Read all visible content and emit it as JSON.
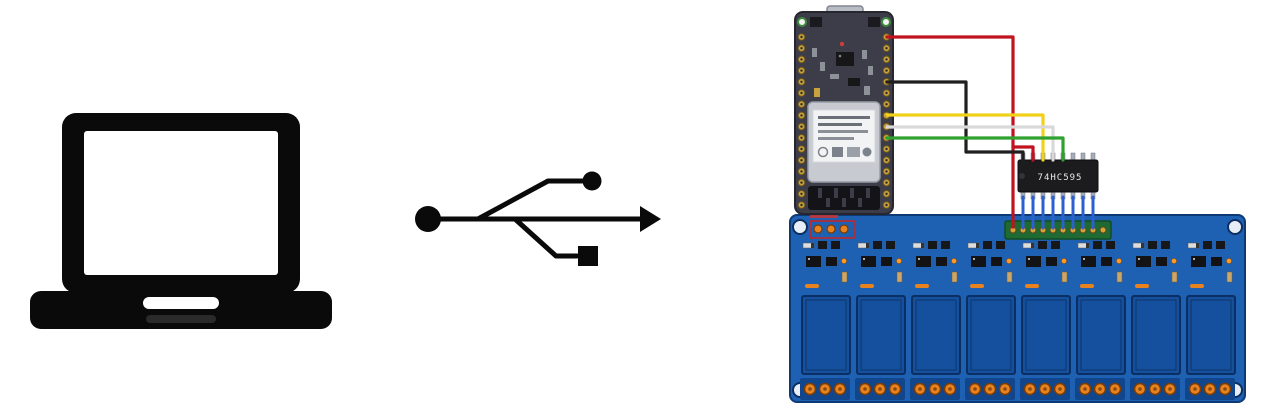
{
  "page": {
    "background": "#ffffff"
  },
  "diagram": {
    "description": "Laptop connected over USB to an ESP32 dev board driving a 74HC595 shift register and an 8-channel relay module",
    "components": {
      "computer": {
        "name": "laptop-computer"
      },
      "usb": {
        "name": "usb-connection-symbol"
      },
      "esp32": {
        "name": "esp32-dev-board"
      },
      "shift_register": {
        "label": "74HC595"
      },
      "relay_module": {
        "name": "8-channel-relay-module"
      }
    },
    "counts": {
      "esp32_pins_per_side": 16,
      "shift_register_pins_per_side": 8,
      "relay_channels": 8,
      "header_holes": 10,
      "output_wires": 8
    },
    "colors": {
      "icon_black": "#0a0a0a",
      "esp32_pcb": "#3d3d49",
      "shield_silver": "#c7cbd1",
      "chip_black": "#1c1c1f",
      "chip_label_text": "#e8e8e8",
      "relay_board_blue": "#1e60b2",
      "relay_box_blue": "#15509e",
      "terminal_strip_blue": "#12468c",
      "terminal_orange": "#e8821e",
      "header_green": "#1f6a33",
      "wire_red": "#c1121f",
      "wire_black": "#1f1f1f",
      "wire_yellow": "#f2d11b",
      "wire_white": "#d9d9d9",
      "wire_green": "#2fa12f",
      "wire_blue": "#2d5fd0"
    }
  }
}
